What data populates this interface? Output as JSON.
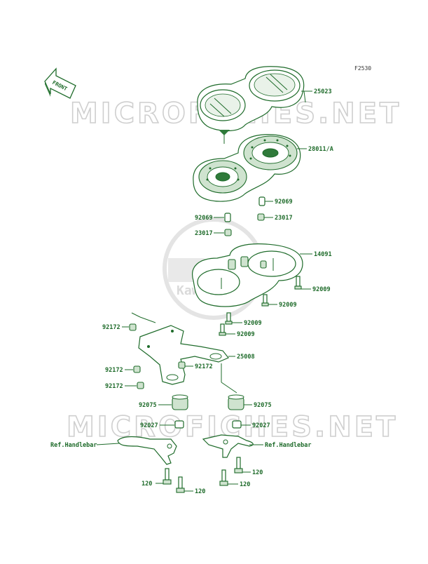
{
  "figure_code": "F2530",
  "front_arrow_label": "FRONT",
  "watermark_text": "MICROFICHES.NET",
  "watermark_logo_text": "Kawasaki",
  "colors": {
    "line": "#1e6b2a",
    "fill": "#cfe3cf",
    "watermark": "#cfcfcf"
  },
  "callouts": {
    "c25023": "25023",
    "c28011": "28011/A",
    "c92069_right": "92069",
    "c92069_left": "92069",
    "c23017_right": "23017",
    "c23017_left": "23017",
    "c14091": "14091",
    "c92009_a": "92009",
    "c92009_b": "92009",
    "c92009_c": "92009",
    "c92009_d": "92009",
    "c92172_a": "92172",
    "c92172_b": "92172",
    "c92172_c": "92172",
    "c92172_d": "92172",
    "c25008": "25008",
    "c92075_left": "92075",
    "c92075_right": "92075",
    "c92027_left": "92027",
    "c92027_right": "92027",
    "ref_left": "Ref.Handlebar",
    "ref_right": "Ref.Handlebar",
    "c120_a": "120",
    "c120_b": "120",
    "c120_c": "120",
    "c120_d": "120"
  }
}
